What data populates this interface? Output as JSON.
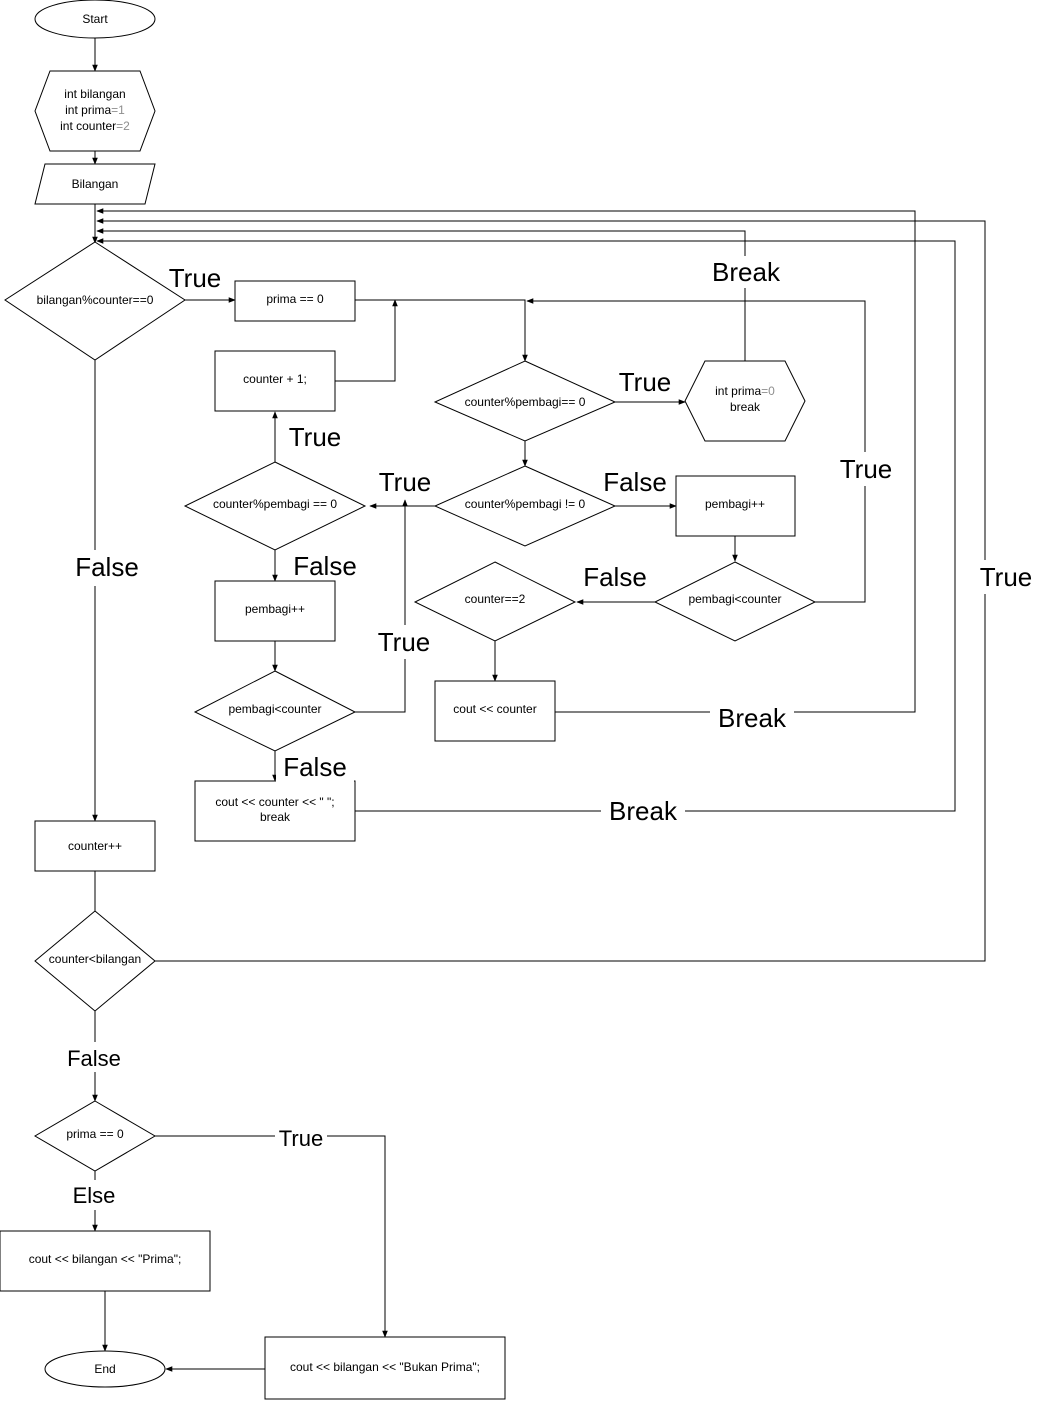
{
  "nodes": {
    "start": "Start",
    "declare": {
      "l1": "int bilangan",
      "l2a": "int prima",
      "l2b": "=1",
      "l3a": "int counter",
      "l3b": "=2"
    },
    "input": "Bilangan",
    "cond_main": "bilangan%counter==0",
    "prima_assign": "prima == 0",
    "counter_plus1": "counter + 1;",
    "cond_div_eq": "counter%pembagi== 0",
    "set_prima0": {
      "l1a": "int prima",
      "l1b": "=0",
      "l2": "break"
    },
    "cond_div_eq2": "counter%pembagi == 0",
    "cond_div_ne": "counter%pembagi != 0",
    "pembagi_inc_right": "pembagi++",
    "pembagi_inc_left": "pembagi++",
    "cond_counter2": "counter==2",
    "cond_pembagi_lt_right": "pembagi<counter",
    "cond_pembagi_lt_left": "pembagi<counter",
    "out_counter": "cout << counter",
    "out_counter_space": {
      "l1": "cout << counter << \" \";",
      "l2": "break"
    },
    "counter_inc": "counter++",
    "cond_counter_lt": "counter<bilangan",
    "cond_prima0": "prima == 0",
    "out_prima": "cout << bilangan << \"Prima\";",
    "out_bukan": "cout << bilangan << \"Bukan Prima\";",
    "end": "End"
  },
  "edge_labels": {
    "main_true": "True",
    "main_false": "False",
    "break_top": "Break",
    "div_eq_true": "True",
    "div_ne_false": "False",
    "div_ne_true": "True",
    "right_loop_true": "True",
    "far_right_true": "True",
    "left_div_true": "True",
    "left_div_false": "False",
    "counter2_false": "False",
    "left_loop_true": "True",
    "left_loop_false": "False",
    "break_mid": "Break",
    "break_low": "Break",
    "counter_lt_false": "False",
    "prima0_true": "True",
    "prima0_else": "Else"
  }
}
